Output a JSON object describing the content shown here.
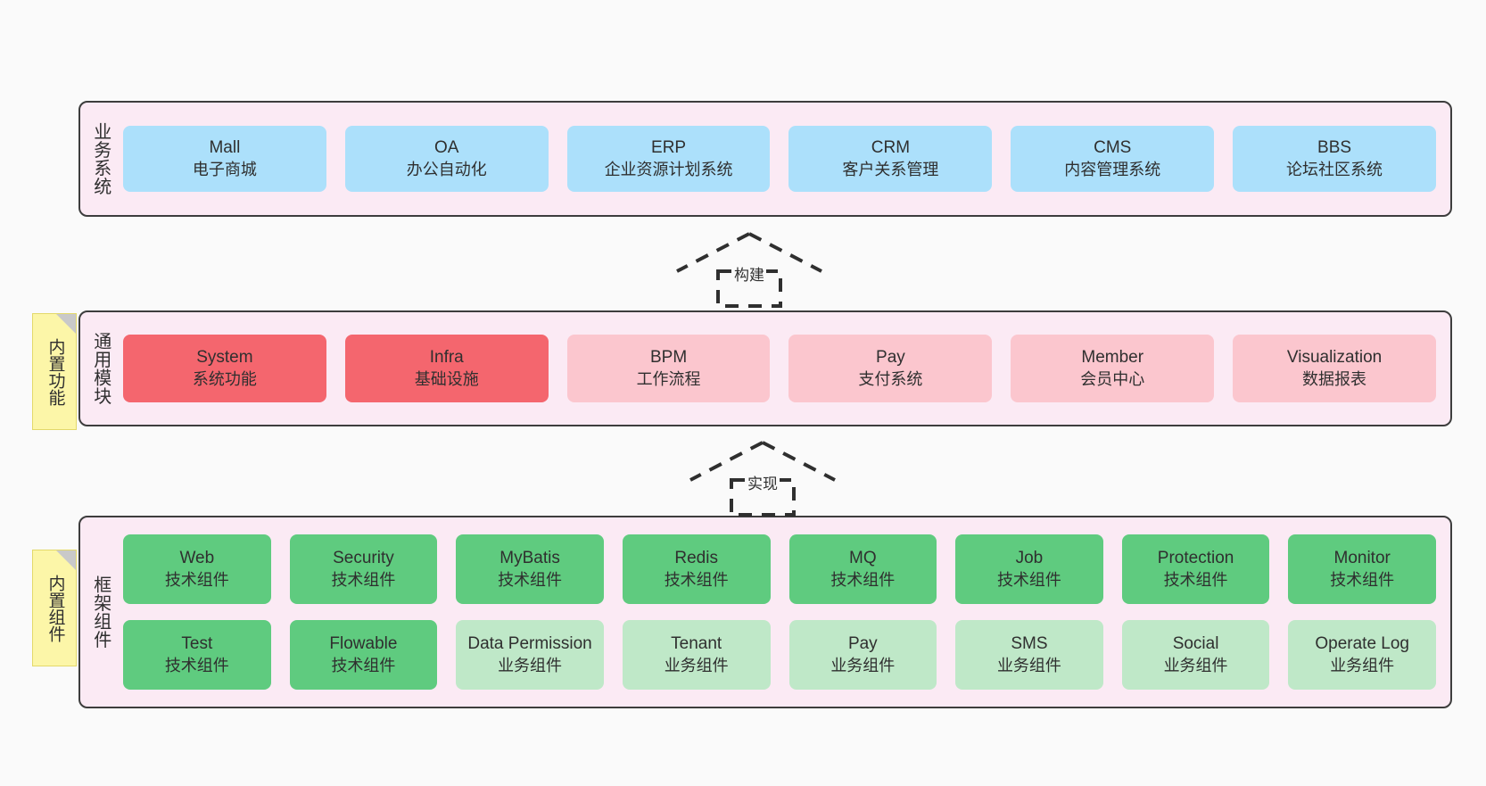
{
  "diagram": {
    "type": "layered-architecture",
    "background": "#fafafa",
    "accent_colors": {
      "band_fill": "#fbeaf4",
      "band_border": "#3d3d3d",
      "business": "#ace0fb",
      "module_core": "#f4666e",
      "module_optional": "#fbc6ce",
      "tech_component": "#5fcb7f",
      "biz_component": "#bfe8c8",
      "note": "#fcf6a8"
    }
  },
  "notes": [
    {
      "label": "内置功能"
    },
    {
      "label": "内置组件"
    }
  ],
  "connectors": [
    {
      "label": "构建",
      "style": "dashed-generalization",
      "direction": "up"
    },
    {
      "label": "实现",
      "style": "dashed-generalization",
      "direction": "up"
    }
  ],
  "bands": [
    {
      "caption": "业务系统",
      "rows": [
        [
          {
            "en": "Mall",
            "cn": "电子商城",
            "color": "blue"
          },
          {
            "en": "OA",
            "cn": "办公自动化",
            "color": "blue"
          },
          {
            "en": "ERP",
            "cn": "企业资源计划系统",
            "color": "blue"
          },
          {
            "en": "CRM",
            "cn": "客户关系管理",
            "color": "blue"
          },
          {
            "en": "CMS",
            "cn": "内容管理系统",
            "color": "blue"
          },
          {
            "en": "BBS",
            "cn": "论坛社区系统",
            "color": "blue"
          }
        ]
      ]
    },
    {
      "caption": "通用模块",
      "rows": [
        [
          {
            "en": "System",
            "cn": "系统功能",
            "color": "red"
          },
          {
            "en": "Infra",
            "cn": "基础设施",
            "color": "red"
          },
          {
            "en": "BPM",
            "cn": "工作流程",
            "color": "pink"
          },
          {
            "en": "Pay",
            "cn": "支付系统",
            "color": "pink"
          },
          {
            "en": "Member",
            "cn": "会员中心",
            "color": "pink"
          },
          {
            "en": "Visualization",
            "cn": "数据报表",
            "color": "pink"
          }
        ]
      ]
    },
    {
      "caption": "框架组件",
      "rows": [
        [
          {
            "en": "Web",
            "cn": "技术组件",
            "color": "green"
          },
          {
            "en": "Security",
            "cn": "技术组件",
            "color": "green"
          },
          {
            "en": "MyBatis",
            "cn": "技术组件",
            "color": "green"
          },
          {
            "en": "Redis",
            "cn": "技术组件",
            "color": "green"
          },
          {
            "en": "MQ",
            "cn": "技术组件",
            "color": "green"
          },
          {
            "en": "Job",
            "cn": "技术组件",
            "color": "green"
          },
          {
            "en": "Protection",
            "cn": "技术组件",
            "color": "green"
          },
          {
            "en": "Monitor",
            "cn": "技术组件",
            "color": "green"
          }
        ],
        [
          {
            "en": "Test",
            "cn": "技术组件",
            "color": "green"
          },
          {
            "en": "Flowable",
            "cn": "技术组件",
            "color": "green"
          },
          {
            "en": "Data Permission",
            "cn": "业务组件",
            "color": "lightgreen",
            "wrap": true
          },
          {
            "en": "Tenant",
            "cn": "业务组件",
            "color": "lightgreen"
          },
          {
            "en": "Pay",
            "cn": "业务组件",
            "color": "lightgreen"
          },
          {
            "en": "SMS",
            "cn": "业务组件",
            "color": "lightgreen"
          },
          {
            "en": "Social",
            "cn": "业务组件",
            "color": "lightgreen"
          },
          {
            "en": "Operate Log",
            "cn": "业务组件",
            "color": "lightgreen"
          }
        ]
      ]
    }
  ]
}
